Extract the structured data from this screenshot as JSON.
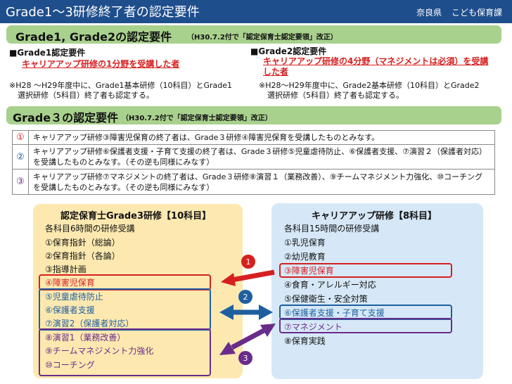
{
  "header": {
    "title": "Grade1～3研修終了者の認定要件",
    "prefecture": "奈良県",
    "department": "こども保育課"
  },
  "section1": {
    "title": "Grade1, Grade2の認定要件",
    "subtitle": "（H30.7.2付で「認定保育士認定要領」改正）",
    "grade1": {
      "heading": "■Grade1認定要件",
      "requirement": "キャリアアップ研修の1分野を受講した者",
      "note_line1": "※H28 ～H29年度中に、Grade1基本研修（10科目）とGrade1",
      "note_line2": "選択研修（5科目）終了者も認定する。"
    },
    "grade2": {
      "heading": "■Grade2認定要件",
      "requirement_line1": "キャリアアップ研修の4分野（マネジメントは必須）を受講",
      "requirement_line2": "した者",
      "note_line1": "※H28～H29年度中に、Grade2基本研修（10科目）とGrade2",
      "note_line2": "選択研修（5科目）終了者も認定する。"
    }
  },
  "section2": {
    "title": "Grade３の認定要件",
    "subtitle": "（H30.7.2付で「認定保育士認定要領」改正）",
    "rules": [
      {
        "num": "①",
        "text": "キャリアアップ研修③障害児保育の終了者は、Grade３研修④障害児保育を受講したものとみなす。"
      },
      {
        "num": "②",
        "text": "キャリアアップ研修⑥保護者支援・子育て支援の終了者は、Grade３研修⑤児童虐待防止、⑥保護者支援、⑦演習２（保護者対応）を受講したものとみなす。（その逆も同様にみなす）"
      },
      {
        "num": "③",
        "text": "キャリアアップ研修⑦マネジメントの終了者は、Grade３研修⑧演習１（業務改善）、⑨チームマネジメント力強化、⑩コーチングを受講したものとみなす。（その逆も同様にみなす）"
      }
    ]
  },
  "left_panel": {
    "title": "認定保育士Grade3研修【10科目】",
    "subtitle": "各科目6時間の研修受講",
    "items": [
      "①保育指針（総論）",
      "②保育指針（各論）",
      "③指導計画",
      "④障害児保育",
      "⑤児童虐待防止",
      "⑥保護者支援",
      "⑦演習2（保護者対応）",
      "⑧演習1（業務改善）",
      "⑨チームマネジメント力強化",
      "⑩コーチング"
    ]
  },
  "right_panel": {
    "title": "キャリアアップ研修【8科目】",
    "subtitle": "各科目15時間の研修受講",
    "items": [
      "①乳児保育",
      "②幼児教育",
      "③障害児保育",
      "④食育・アレルギー対応",
      "⑤保健衛生・安全対策",
      "⑥保護者支援・子育て支援",
      "⑦マネジメント",
      "⑧保育実践"
    ]
  },
  "arrows": [
    "1",
    "2",
    "3"
  ],
  "colors": {
    "header": "#1f4e8c",
    "band": "#a9d18e",
    "red": "#d62020",
    "blue": "#1f5fa0",
    "purple": "#6a2c8a",
    "left_panel": "#fde9b0",
    "right_panel": "#d6e8f7"
  }
}
